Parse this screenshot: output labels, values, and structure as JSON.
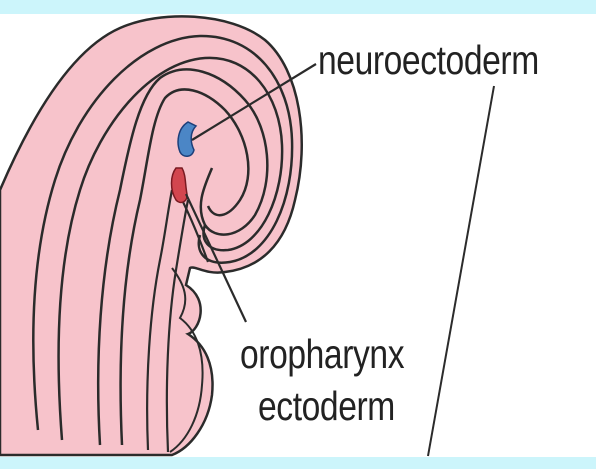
{
  "diagram": {
    "labels": {
      "neuroectoderm": "neuroectoderm",
      "oropharynx_line1": "oropharynx",
      "oropharynx_line2": "ectoderm"
    },
    "colors": {
      "frame": "#ccf5fb",
      "embryo_fill": "#f7c3cb",
      "outline": "#2b2b2b",
      "neuroectoderm_marker": "#4b86c6",
      "oropharynx_marker": "#d2464f"
    }
  }
}
